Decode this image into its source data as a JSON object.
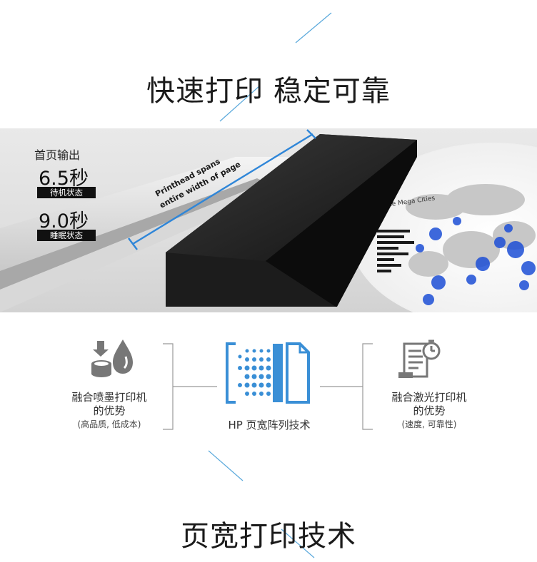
{
  "headline_top": "快速打印 稳定可靠",
  "headline_bottom": "页宽打印技术",
  "banner": {
    "first_page_label": "首页输出",
    "specs": [
      {
        "value": "6.5秒",
        "state": "待机状态"
      },
      {
        "value": "9.0秒",
        "state": "睡眠状态"
      }
    ],
    "printhead_note_line1": "Printhead spans",
    "printhead_note_line2": "entire width of page",
    "map_title": "the Mega Cities"
  },
  "comparison": {
    "left": {
      "line1": "融合喷墨打印机",
      "line2": "的优势",
      "sub": "(高品质, 低成本)",
      "icon": "ink-drop-coins-icon"
    },
    "center": {
      "label": "HP 页宽阵列技术",
      "icon": "page-wide-array-icon"
    },
    "right": {
      "line1": "融合激光打印机",
      "line2": "的优势",
      "sub": "(速度, 可靠性)",
      "icon": "document-stopwatch-icon"
    }
  },
  "colors": {
    "accent_blue": "#3a8fd6",
    "icon_gray": "#777777",
    "text_dark": "#1a1a1a"
  }
}
